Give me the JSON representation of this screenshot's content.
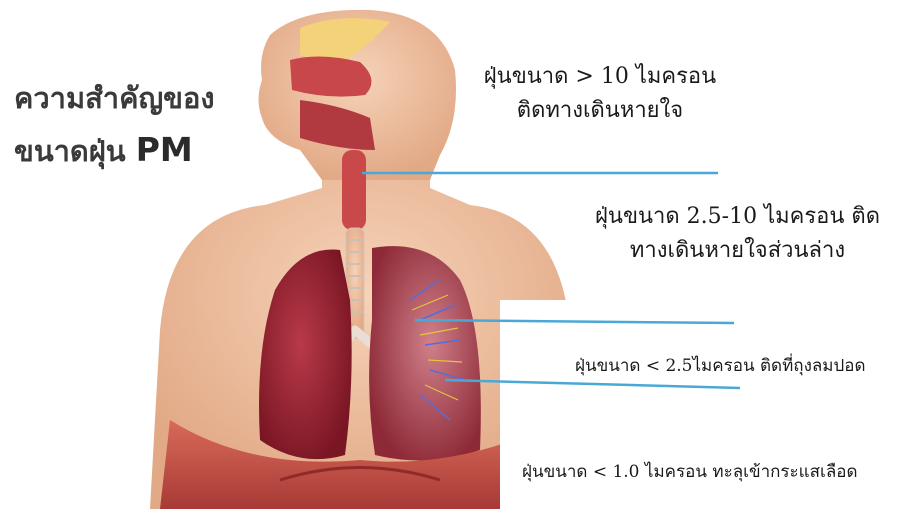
{
  "title": {
    "line1": "ความสำคัญของ",
    "line2_prefix": "ขนาดฝุ่น",
    "line2_emphasis": "PM"
  },
  "labels": [
    {
      "line1": "ฝุ่นขนาด > 10 ไมครอน",
      "line2": "ติดทางเดินหายใจ"
    },
    {
      "line1": "ฝุ่นขนาด 2.5-10 ไมครอน ติด",
      "line2": "ทางเดินหายใจส่วนล่าง"
    },
    {
      "line1": "ฝุ่นขนาด < 2.5ไมครอน ติดที่ถุงลมปอด"
    },
    {
      "line1": "ฝุ่นขนาด < 1.0 ไมครอน ทะลุเข้ากระแสเลือด"
    }
  ],
  "colors": {
    "leader_line": "#4aa8d6",
    "skin": "#f0c2a2",
    "lung": "#9b2430",
    "muscle": "#c0504a",
    "trachea": "#e8ded6"
  }
}
